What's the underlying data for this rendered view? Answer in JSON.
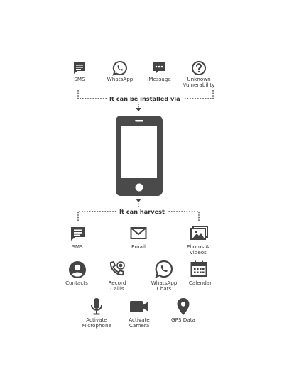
{
  "install": {
    "header": "It can be installed via",
    "items": [
      {
        "label": "SMS",
        "icon": "sms-icon"
      },
      {
        "label": "WhatsApp",
        "icon": "whatsapp-icon"
      },
      {
        "label": "iMessage",
        "icon": "imessage-icon"
      },
      {
        "label": "Unknown\nVulnerability",
        "icon": "question-icon"
      }
    ]
  },
  "harvest": {
    "header": "It can harvest",
    "items": [
      {
        "label": "SMS",
        "icon": "sms-icon"
      },
      {
        "label": "Email",
        "icon": "email-icon"
      },
      {
        "label": "Photos &\nVideos",
        "icon": "photos-icon"
      },
      {
        "label": "Contacts",
        "icon": "contacts-icon"
      },
      {
        "label": "Record\nCallls",
        "icon": "phone-record-icon"
      },
      {
        "label": "WhatsApp\nChats",
        "icon": "whatsapp-icon"
      },
      {
        "label": "Calendar",
        "icon": "calendar-icon"
      },
      {
        "label": "Activate\nMicrophone",
        "icon": "microphone-icon"
      },
      {
        "label": "Activate\nCamera",
        "icon": "camera-icon"
      },
      {
        "label": "GPS Data",
        "icon": "location-pin-icon"
      }
    ]
  },
  "colors": {
    "icon": "#444444",
    "text": "#333333",
    "background": "#ffffff"
  }
}
